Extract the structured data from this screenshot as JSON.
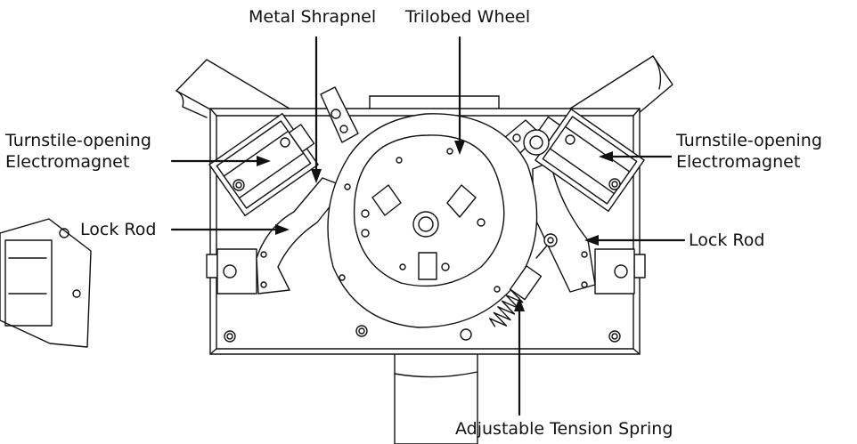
{
  "labels": {
    "metal_shrapnel": "Metal Shrapnel",
    "trilobed_wheel": "Trilobed Wheel",
    "left_electromagnet_line1": "Turnstile-opening",
    "left_electromagnet_line2": "Electromagnet",
    "right_electromagnet_line1": "Turnstile-opening",
    "right_electromagnet_line2": "Electromagnet",
    "left_lock_rod": "Lock Rod",
    "right_lock_rod": "Lock Rod",
    "adjustable_tension_spring": "Adjustable Tension Spring"
  },
  "colors": {
    "line": "#111111",
    "fill": "#ffffff"
  }
}
